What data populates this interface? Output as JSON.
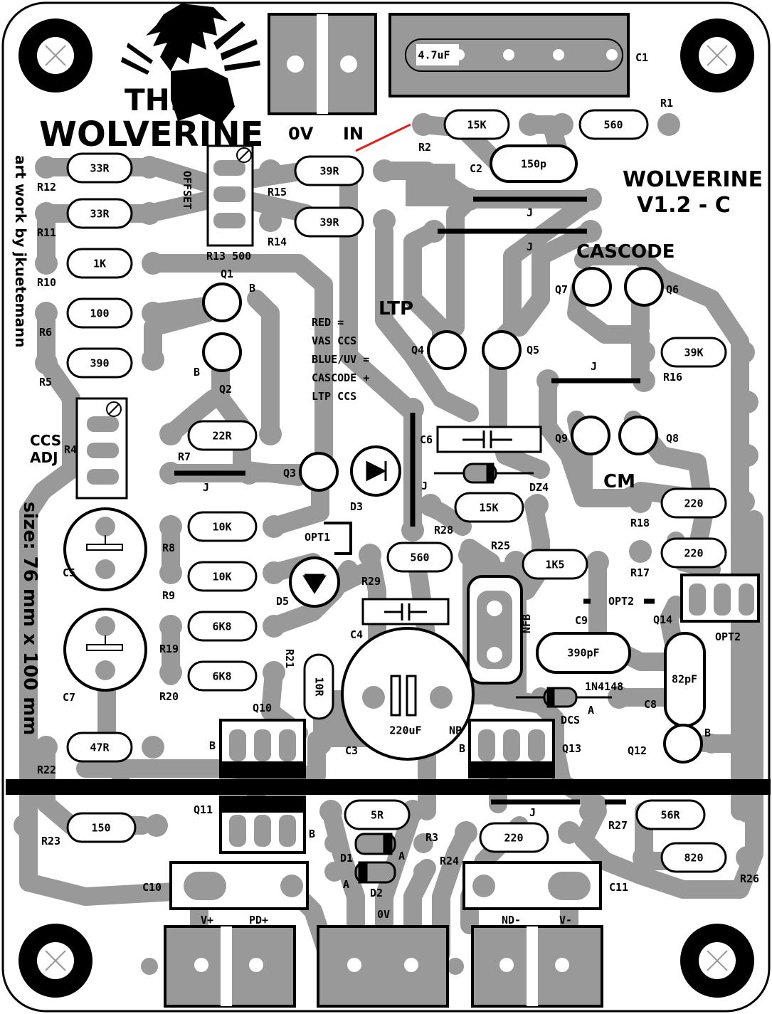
{
  "colors": {
    "trace": "#999999",
    "ink": "#000000",
    "paper": "#ffffff",
    "red_wire": "#e02020"
  },
  "title": {
    "line1": "THE",
    "line2": "WOLVERINE"
  },
  "version": {
    "name": "WOLVERINE",
    "rev": "V1.2 - C"
  },
  "credit": "art work by jkuetemann",
  "size_note": "size: 76 mm x 100 mm",
  "legend": [
    "RED =",
    "VAS CCS",
    "BLUE/UV =",
    "CASCODE +",
    "LTP CCS"
  ],
  "sections": {
    "ltp": "LTP",
    "cascode": "CASCODE",
    "cm": "CM",
    "ccs_adj_1": "CCS",
    "ccs_adj_2": "ADJ",
    "offset": "OFFSET"
  },
  "connectors": {
    "in_0v": "0V",
    "in": "IN",
    "vplus": "V+",
    "pdplus": "PD+",
    "out_0v": "0V",
    "ndminus": "ND-",
    "vminus": "V-"
  },
  "resistors": [
    {
      "ref": "R12",
      "value": "33R"
    },
    {
      "ref": "R11",
      "value": "33R"
    },
    {
      "ref": "R10",
      "value": "1K"
    },
    {
      "ref": "R6",
      "value": "100"
    },
    {
      "ref": "R5",
      "value": "390"
    },
    {
      "ref": "R15",
      "value": "39R"
    },
    {
      "ref": "R14",
      "value": "39R"
    },
    {
      "ref": "R2",
      "value": "15K"
    },
    {
      "ref": "R1",
      "value": "560"
    },
    {
      "ref": "R16",
      "value": "39K"
    },
    {
      "ref": "R7",
      "value": "22R"
    },
    {
      "ref": "R8",
      "value": "10K"
    },
    {
      "ref": "R9",
      "value": "10K"
    },
    {
      "ref": "R19",
      "value": "6K8"
    },
    {
      "ref": "R20",
      "value": "6K8"
    },
    {
      "ref": "R28",
      "value": "15K"
    },
    {
      "ref": "R29",
      "value": "560"
    },
    {
      "ref": "R25",
      "value": "1K5"
    },
    {
      "ref": "R18",
      "value": "220"
    },
    {
      "ref": "R17",
      "value": "220"
    },
    {
      "ref": "R21",
      "value": "10R"
    },
    {
      "ref": "R22",
      "value": "47R"
    },
    {
      "ref": "R23",
      "value": "150"
    },
    {
      "ref": "R3",
      "value": "5R"
    },
    {
      "ref": "R24",
      "value": "220"
    },
    {
      "ref": "R27",
      "value": "56R"
    },
    {
      "ref": "R26",
      "value": "820"
    }
  ],
  "caps": {
    "C1": "4.7uF",
    "C2": "150p",
    "C9": "390pF",
    "C8": "82pF",
    "C3": "220uF",
    "C3_np": "NP"
  },
  "misc_labels": {
    "r13": "R13 500",
    "r4": "R4",
    "j": "J",
    "opt1": "OPT1",
    "opt2": "OPT2",
    "nfb": "NFB",
    "diode": "1N4148",
    "dcs": "DCS",
    "a": "A",
    "b": "B",
    "q1": "Q1",
    "q2": "Q2",
    "q3": "Q3",
    "q4": "Q4",
    "q5": "Q5",
    "q6": "Q6",
    "q7": "Q7",
    "q8": "Q8",
    "q9": "Q9",
    "q10": "Q10",
    "q11": "Q11",
    "q12": "Q12",
    "q13": "Q13",
    "q14": "Q14",
    "c1": "C1",
    "c2": "C2",
    "c3": "C3",
    "c4": "C4",
    "c5": "C5",
    "c6": "C6",
    "c7": "C7",
    "c8": "C8",
    "c9": "C9",
    "c10": "C10",
    "c11": "C11",
    "d1": "D1",
    "d2": "D2",
    "d3": "D3",
    "d5": "D5",
    "dz4": "DZ4"
  }
}
